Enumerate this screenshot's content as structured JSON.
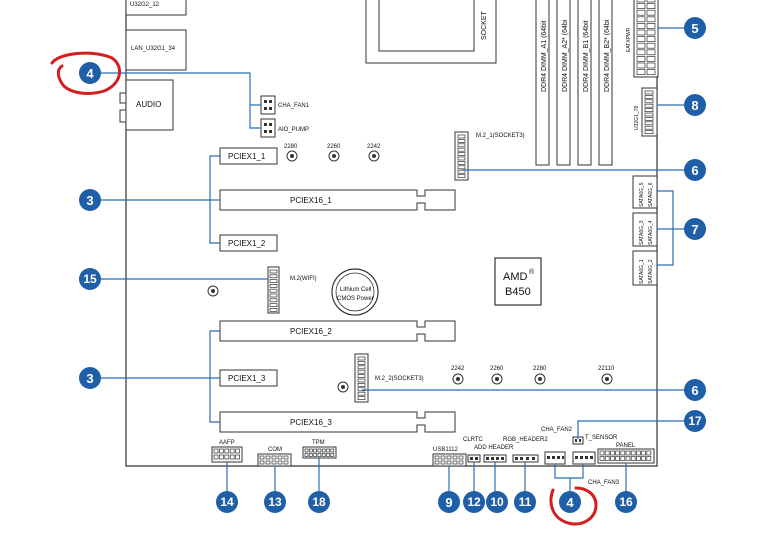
{
  "colors": {
    "board_outline": "#333333",
    "callout_blue": "#2a6db5",
    "badge_blue": "#1f5fa8",
    "annotation_red": "#d21f1f"
  },
  "top_labels": {
    "usb_top": "U32G2_12",
    "lan": "LAN_U32G1_34",
    "audio": "AUDIO",
    "socket": "SOCKET",
    "dimm_a1": "DDR4 DIMM_A1 (64bit",
    "dimm_a2": "DDR4 DIMM_A2* (64bi",
    "dimm_b1": "DDR4 DIMM_B1 (64bit",
    "dimm_b2": "DDR4 DIMM_B2* (64bi",
    "eatxpwr": "EATXPWR",
    "u32g1_78": "U32G1_78"
  },
  "headers": {
    "cha_fan1": "CHA_FAN1",
    "aio_pump": "AIO_PUMP",
    "m2_1": "M.2_1(SOCKET3)",
    "m2_wifi": "M.2(WIFI)",
    "m2_2": "M.2_2(SOCKET3)",
    "battery_line1": "Lithium Cell",
    "battery_line2": "CMOS Power",
    "chipset_line1": "AMD",
    "chipset_reg": "®",
    "chipset_line2": "B450"
  },
  "slots": {
    "pciex1_1": "PCIEX1_1",
    "pciex16_1": "PCIEX16_1",
    "pciex1_2": "PCIEX1_2",
    "pciex16_2": "PCIEX16_2",
    "pciex1_3": "PCIEX1_3",
    "pciex16_3": "PCIEX16_3"
  },
  "m2_lengths_top": [
    "2280",
    "2260",
    "2242"
  ],
  "m2_lengths_bottom": [
    "2242",
    "2260",
    "2280",
    "22110"
  ],
  "sata": {
    "s5": "SATA6G_5",
    "s6": "SATA6G_6",
    "s3": "SATA6G_3",
    "s4": "SATA6G_4",
    "s1": "SATA6G_1",
    "s2": "SATA6G_2"
  },
  "bottom_headers": {
    "aafp": "AAFP",
    "com": "COM",
    "tpm": "TPM",
    "usb1112": "USB1112",
    "clrtc": "CLRTC",
    "add_header": "ADD HEADER",
    "rgb_header2": "RGB_HEADER2",
    "cha_fan2": "CHA_FAN2",
    "t_sensor": "T_SENSOR",
    "panel": "PANEL",
    "cha_fan3": "CHA_FAN3"
  },
  "badges": {
    "b5": "5",
    "b8": "8",
    "b6a": "6",
    "b7": "7",
    "b6b": "6",
    "b17": "17",
    "b4_top": "4",
    "b3a": "3",
    "b15": "15",
    "b3b": "3",
    "b14": "14",
    "b13": "13",
    "b18": "18",
    "b9": "9",
    "b12": "12",
    "b10": "10",
    "b11": "11",
    "b4_bottom": "4",
    "b16": "16"
  }
}
